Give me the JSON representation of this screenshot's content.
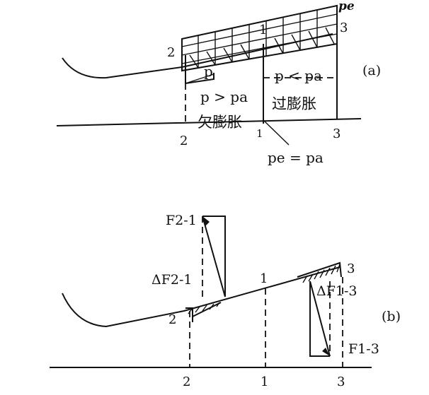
{
  "panel_a": {
    "tag": "(a)",
    "pe_label": "pe",
    "point_1": "1",
    "point_2": "2",
    "point_3": "3",
    "base_1": "1",
    "base_2": "2",
    "base_3": "3",
    "p_label": "p",
    "under_relation": "p > pa",
    "under_text": "欠膨胀",
    "over_relation": "p < pa",
    "over_text": "过膨胀",
    "equal_relation": "pe = pa"
  },
  "panel_b": {
    "tag": "(b)",
    "point_1": "1",
    "point_2": "2",
    "point_3": "3",
    "base_1": "1",
    "base_2": "2",
    "base_3": "3",
    "f21_label": "F2-1",
    "df21_label": "ΔF2-1",
    "df13_label": "ΔF1-3",
    "f13_label": "F1-3"
  }
}
